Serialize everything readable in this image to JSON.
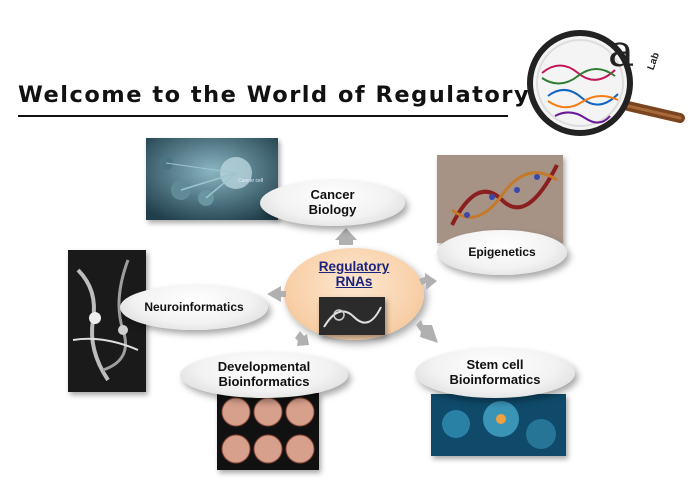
{
  "header": {
    "title": "Welcome to the World of Regulatory RNAs",
    "logo": {
      "letter": "a",
      "text": "Lab"
    }
  },
  "center": {
    "label": "Regulatory\nRNAs"
  },
  "nodes": {
    "cancer": {
      "label": "Cancer\nBiology",
      "image_caption": "Cancer cell"
    },
    "epigenetics": {
      "label": "Epigenetics"
    },
    "neuro": {
      "label": "Neuroinformatics"
    },
    "developmental": {
      "label": "Developmental\nBioinformatics"
    },
    "stemcell": {
      "label": "Stem cell\nBioinformatics"
    }
  },
  "colors": {
    "center_fill": "#f8d0a8",
    "center_text": "#1a237e",
    "arrow": "#b0b0b0",
    "magnifier_handle": "#7a4420"
  }
}
